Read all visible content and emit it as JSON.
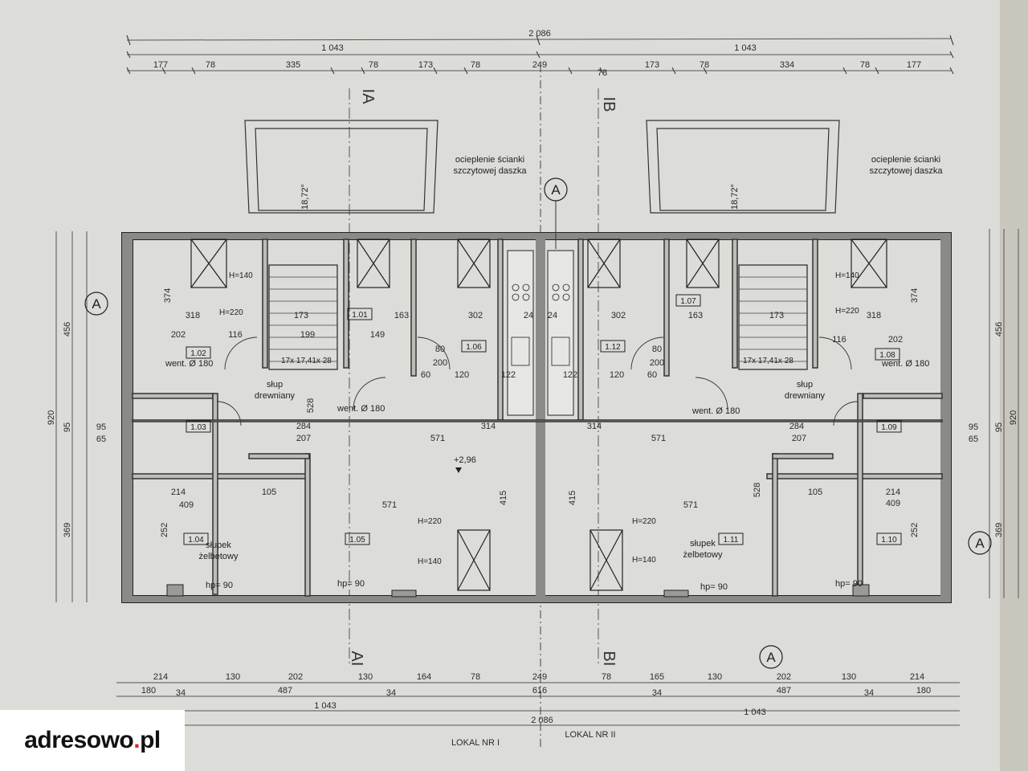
{
  "top_dims": {
    "total": "2 086",
    "halves": [
      "1 043",
      "1 043"
    ],
    "segments": [
      "177",
      "78",
      "335",
      "78",
      "173",
      "78",
      "249",
      "78",
      "173",
      "78",
      "334",
      "78",
      "177"
    ]
  },
  "bottom_dims": {
    "row1": [
      "214",
      "130",
      "202",
      "130",
      "164",
      "78",
      "249",
      "78",
      "165",
      "130",
      "202",
      "130",
      "214"
    ],
    "row2": [
      "180",
      "34",
      "487",
      "34",
      "616",
      "34",
      "487",
      "34",
      "180"
    ],
    "halves": [
      "1 043",
      "1 043"
    ],
    "total": "2 086"
  },
  "left_dims": {
    "outer": [
      "456",
      "920",
      "369"
    ],
    "inner": [
      "95",
      "65",
      "95"
    ]
  },
  "right_dims": {
    "outer": [
      "456",
      "920",
      "369"
    ],
    "inner": [
      "95",
      "65",
      "95"
    ]
  },
  "section_marks": [
    "IA",
    "IB",
    "AI",
    "BI"
  ],
  "axis_marker": "A",
  "angle": "18,72°",
  "notes": {
    "insulation": [
      "ocieplenie ścianki",
      "szczytowej daszka"
    ],
    "wood_post": [
      "słup",
      "drewniany"
    ],
    "concrete_post": [
      "słupek",
      "żelbetowy"
    ],
    "vent": "went. Ø 180",
    "vent_small": "went. Ø 180",
    "stairs": "17x 17,41x 28",
    "hp": "hp= 90",
    "level": "+2,96",
    "h220": "H=220",
    "h140": "H=140"
  },
  "rooms_left": [
    "1.01",
    "1.02",
    "1.03",
    "1.04",
    "1.05",
    "1.06"
  ],
  "rooms_right": [
    "1.07",
    "1.08",
    "1.09",
    "1.10",
    "1.11",
    "1.12"
  ],
  "inner_dims": [
    "374",
    "318",
    "202",
    "116",
    "199",
    "173",
    "163",
    "302",
    "284",
    "207",
    "571",
    "214",
    "409",
    "105",
    "252",
    "415",
    "528",
    "314",
    "120",
    "122",
    "60",
    "24",
    "80",
    "200",
    "149"
  ],
  "locals": [
    "LOKAL NR I",
    "LOKAL NR II"
  ],
  "logo": {
    "name": "adresowo",
    "dot": ".",
    "tld": "pl"
  }
}
